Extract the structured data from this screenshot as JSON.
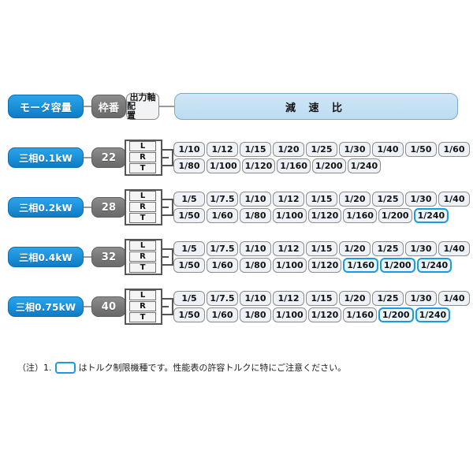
{
  "header": {
    "motor_capacity_label": "モータ容量",
    "frame_no_label": "枠番",
    "output_shaft_line1": "出力軸",
    "output_shaft_line2": "配　置",
    "reduction_ratio_label": "減 速 比"
  },
  "shaft_options": [
    "L",
    "R",
    "T"
  ],
  "rows": [
    {
      "capacity": "三相0.1kW",
      "frame": "22",
      "ratios_row1": [
        "1/10",
        "1/12",
        "1/15",
        "1/20",
        "1/25",
        "1/30",
        "1/40",
        "1/50",
        "1/60"
      ],
      "ratios_row2": [
        "1/80",
        "1/100",
        "1/120",
        "1/160",
        "1/200",
        "1/240"
      ],
      "highlighted": []
    },
    {
      "capacity": "三相0.2kW",
      "frame": "28",
      "ratios_row1": [
        "1/5",
        "1/7.5",
        "1/10",
        "1/12",
        "1/15",
        "1/20",
        "1/25",
        "1/30",
        "1/40"
      ],
      "ratios_row2": [
        "1/50",
        "1/60",
        "1/80",
        "1/100",
        "1/120",
        "1/160",
        "1/200",
        "1/240"
      ],
      "highlighted": [
        "1/240"
      ]
    },
    {
      "capacity": "三相0.4kW",
      "frame": "32",
      "ratios_row1": [
        "1/5",
        "1/7.5",
        "1/10",
        "1/12",
        "1/15",
        "1/20",
        "1/25",
        "1/30",
        "1/40"
      ],
      "ratios_row2": [
        "1/50",
        "1/60",
        "1/80",
        "1/100",
        "1/120",
        "1/160",
        "1/200",
        "1/240"
      ],
      "highlighted": [
        "1/160",
        "1/200",
        "1/240"
      ]
    },
    {
      "capacity": "三相0.75kW",
      "frame": "40",
      "ratios_row1": [
        "1/5",
        "1/7.5",
        "1/10",
        "1/12",
        "1/15",
        "1/20",
        "1/25",
        "1/30",
        "1/40"
      ],
      "ratios_row2": [
        "1/50",
        "1/60",
        "1/80",
        "1/100",
        "1/120",
        "1/160",
        "1/200",
        "1/240"
      ],
      "highlighted": [
        "1/200",
        "1/240"
      ]
    }
  ],
  "footnote": {
    "prefix": "（注）1.",
    "text": "はトルク制限機種です。性能表の許容トルクに特にご注意ください。"
  },
  "colors": {
    "accent_blue": "#1a9ae0",
    "pill_blue": "#1a8fd8",
    "pill_grey": "#777777",
    "ratio_bar": "#bcdcf2",
    "ratio_box": "#eef2f7"
  }
}
